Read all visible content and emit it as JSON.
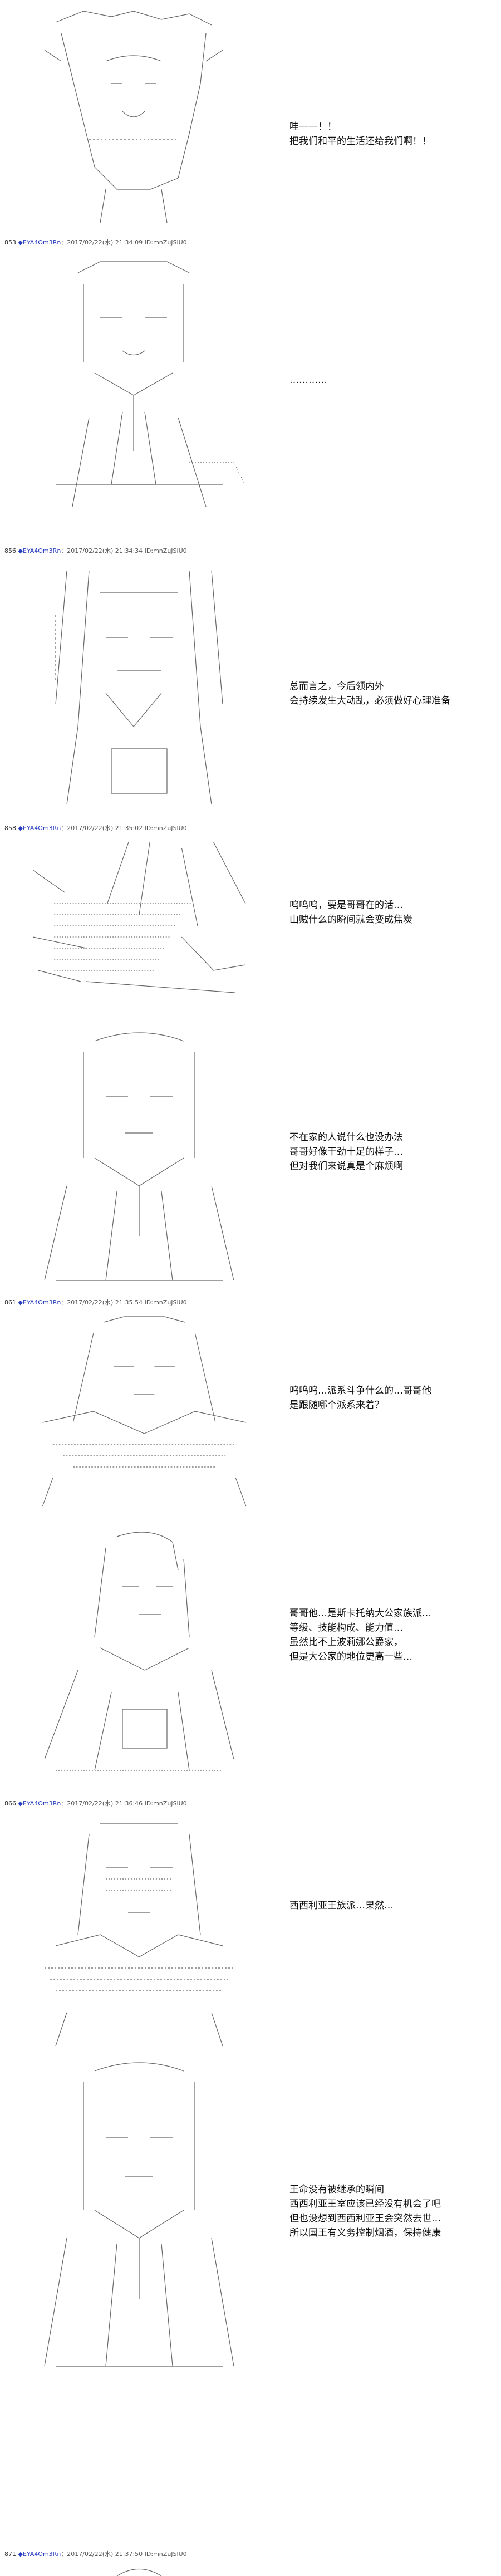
{
  "panels": [
    {
      "lines": [
        "哇——！！",
        "把我们和平的生活还给我们啊！！"
      ]
    },
    {
      "header": {
        "num": "853",
        "name": "◆EYA4Om3Rn",
        "meta": "：2017/02/22(水) 21:34:09 ID:mnZuJSlU0"
      },
      "lines": [
        "…………"
      ]
    },
    {
      "header": {
        "num": "856",
        "name": "◆EYA4Om3Rn",
        "meta": "：2017/02/22(水) 21:34:34 ID:mnZuJSlU0"
      },
      "lines": [
        "总而言之，今后领内外",
        "会持续发生大动乱，必须做好心理准备"
      ]
    },
    {
      "header": {
        "num": "858",
        "name": "◆EYA4Om3Rn",
        "meta": "：2017/02/22(水) 21:35:02 ID:mnZuJSlU0"
      },
      "lines": [
        "呜呜呜，要是哥哥在的话…",
        "山贼什么的瞬间就会变成焦炭"
      ]
    },
    {
      "header": null,
      "lines": [
        "不在家的人说什么也没办法",
        "哥哥好像干劲十足的样子…",
        "但对我们来说真是个麻烦啊"
      ]
    },
    {
      "header": {
        "num": "861",
        "name": "◆EYA4Om3Rn",
        "meta": "：2017/02/22(水) 21:35:54 ID:mnZuJSlU0"
      },
      "lines": [
        "呜呜呜…派系斗争什么的…哥哥他",
        "是跟随哪个派系来着？"
      ]
    },
    {
      "header": null,
      "lines": [
        "哥哥他…是斯卡托纳大公家族派…",
        "等级、技能构成、能力值…",
        "虽然比不上波莉娜公爵家，",
        "但是大公家的地位更高一些…"
      ]
    },
    {
      "header": {
        "num": "866",
        "name": "◆EYA4Om3Rn",
        "meta": "：2017/02/22(水) 21:36:46 ID:mnZuJSlU0"
      },
      "lines": [
        "西西利亚王族派…果然…"
      ]
    },
    {
      "header": null,
      "lines": [
        "王命没有被继承的瞬间",
        "西西利亚王室应该已经没有机会了吧",
        "但也没想到西西利亚王会突然去世…",
        "所以国王有义务控制烟酒，保持健康"
      ]
    },
    {
      "header": {
        "num": "871",
        "name": "◆EYA4Om3Rn",
        "meta": "：2017/02/22(水) 21:37:50 ID:mnZuJSlU0"
      },
      "lines": []
    }
  ]
}
